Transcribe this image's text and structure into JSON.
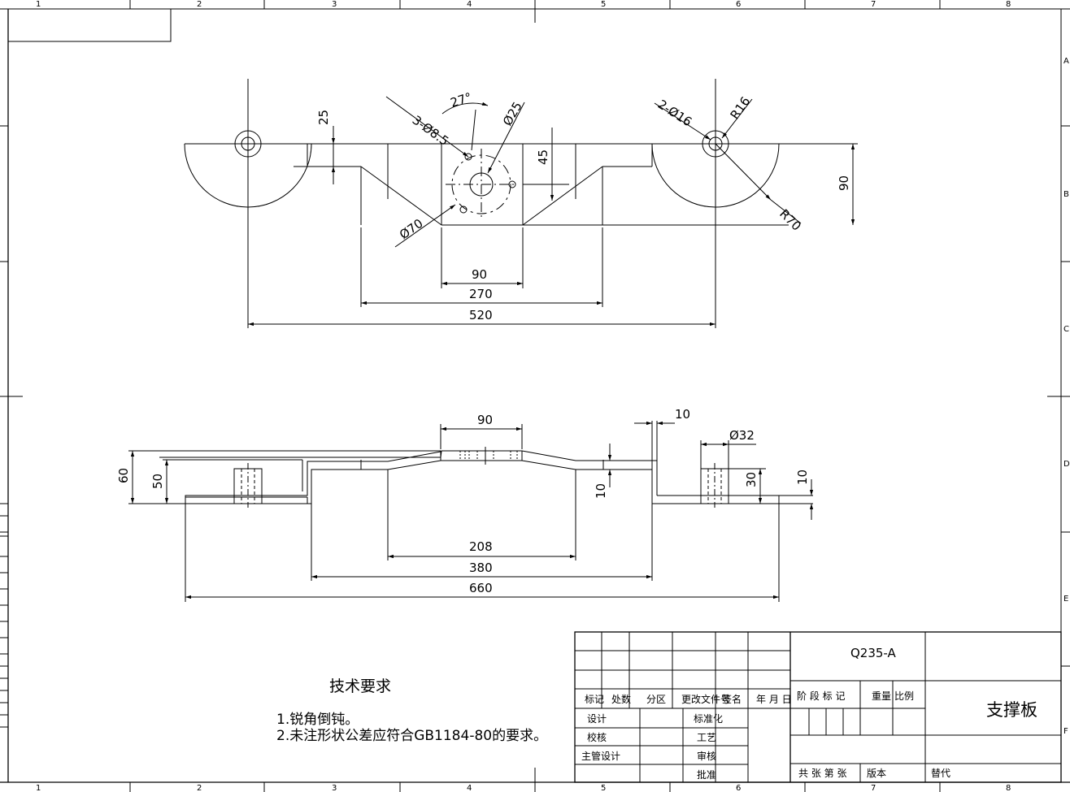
{
  "border": {
    "columns": [
      "1",
      "2",
      "3",
      "4",
      "5",
      "6",
      "7",
      "8"
    ],
    "rows": [
      "A",
      "B",
      "C",
      "D",
      "E",
      "F"
    ]
  },
  "drawing": {
    "top_view": {
      "hole_pattern": "3-Ø8.5",
      "angle": "27°",
      "center_hole": "Ø25",
      "end_holes": "2-Ø16",
      "boss_radius": "R16",
      "arc_radius": "R70",
      "bolt_circle": "Ø70",
      "dim_25": "25",
      "dim_45": "45",
      "dim_90_height": "90",
      "dim_90": "90",
      "dim_270": "270",
      "dim_520": "520"
    },
    "front_view": {
      "dim_90": "90",
      "dim_10_top": "10",
      "boss_dia": "Ø32",
      "dim_60": "60",
      "dim_50": "50",
      "dim_10_mid": "10",
      "dim_30": "30",
      "dim_10_right": "10",
      "dim_208": "208",
      "dim_380": "380",
      "dim_660": "660"
    }
  },
  "requirements": {
    "title": "技术要求",
    "items": [
      "1.锐角倒钝。",
      "2.未注形状公差应符合GB1184-80的要求。"
    ]
  },
  "title_block": {
    "material": "Q235-A",
    "part_name": "支撑板",
    "headers": [
      "标记",
      "处数",
      "分区",
      "更改文件号",
      "签名",
      "年 月 日"
    ],
    "rows_left": [
      "设计",
      "校核",
      "主管设计"
    ],
    "rows_mid": [
      "标准化",
      "工艺",
      "审核",
      "批准"
    ],
    "stage_labels": [
      "阶 段 标 记",
      "重量",
      "比例"
    ],
    "sheet_labels": [
      "共 张 第 张",
      "版本"
    ],
    "replace_label": "替代"
  }
}
